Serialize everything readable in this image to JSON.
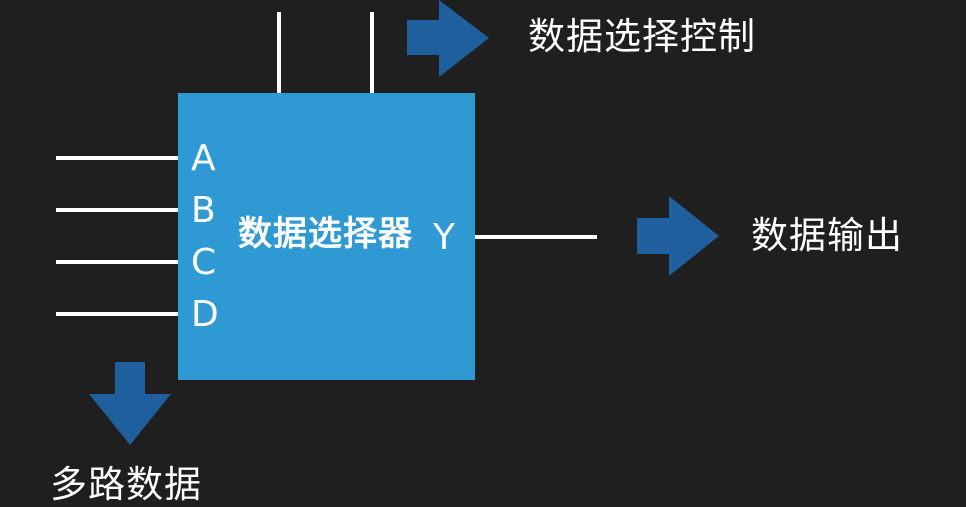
{
  "block": {
    "title": "数据选择器",
    "inputs": [
      "A",
      "B",
      "C",
      "D"
    ],
    "output": "Y"
  },
  "captions": {
    "control": "数据选择控制",
    "output": "数据输出",
    "inputs": "多路数据"
  },
  "colors": {
    "background": "#1f1f1f",
    "block_fill": "#2f99d3",
    "arrow_fill": "#1f5f9e",
    "wire": "#ffffff",
    "text": "#ffffff"
  }
}
